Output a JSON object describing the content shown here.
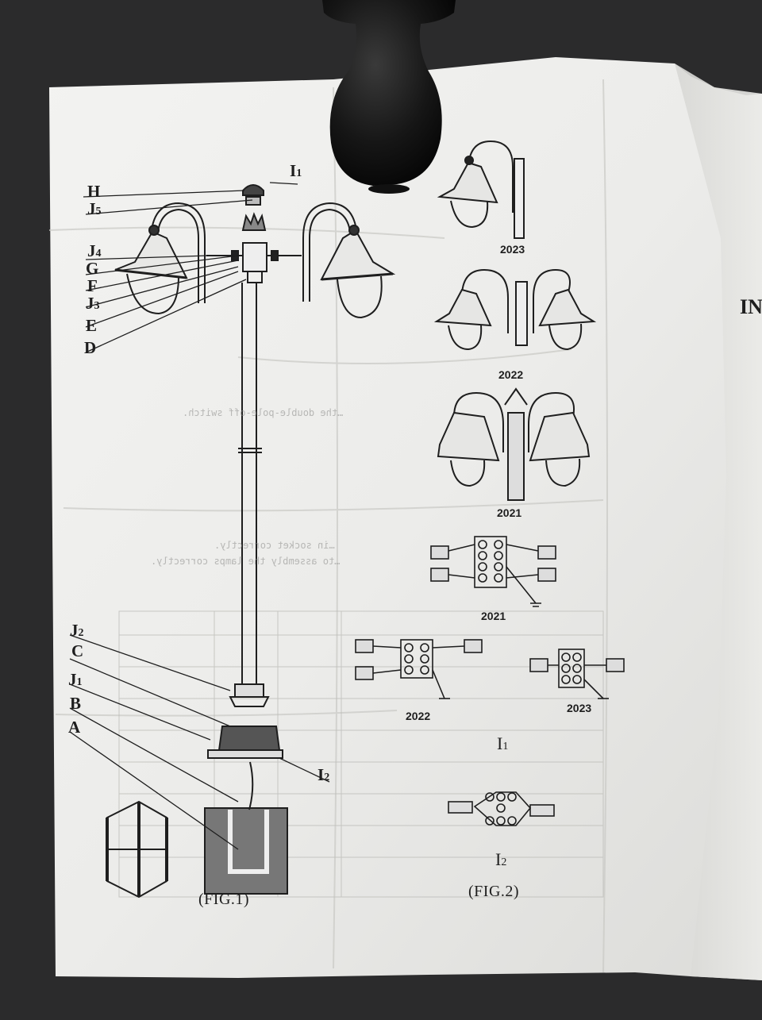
{
  "scene": "Photo of a crumpled assembly instruction sheet for an outdoor lamp post with a black knob resting on top",
  "fig1": {
    "caption": "(FIG.1)",
    "labels": [
      {
        "id": "H",
        "text": "H",
        "sub": ""
      },
      {
        "id": "J5",
        "text": "J",
        "sub": "5"
      },
      {
        "id": "I1",
        "text": "I",
        "sub": "1"
      },
      {
        "id": "J4",
        "text": "J",
        "sub": "4"
      },
      {
        "id": "G",
        "text": "G",
        "sub": ""
      },
      {
        "id": "F",
        "text": "F",
        "sub": ""
      },
      {
        "id": "J3",
        "text": "J",
        "sub": "3"
      },
      {
        "id": "E",
        "text": "E",
        "sub": ""
      },
      {
        "id": "D",
        "text": "D",
        "sub": ""
      },
      {
        "id": "J2",
        "text": "J",
        "sub": "2"
      },
      {
        "id": "C",
        "text": "C",
        "sub": ""
      },
      {
        "id": "J1",
        "text": "J",
        "sub": "1"
      },
      {
        "id": "B",
        "text": "B",
        "sub": ""
      },
      {
        "id": "A",
        "text": "A",
        "sub": ""
      },
      {
        "id": "I2",
        "text": "I",
        "sub": "2"
      }
    ]
  },
  "fig2": {
    "caption": "(FIG.2)",
    "lamp_models": [
      "2023",
      "2022",
      "2021"
    ],
    "wiring_labels": [
      "2021",
      "2022",
      "2023"
    ],
    "group_i1": {
      "text": "I",
      "sub": "1"
    },
    "group_i2": {
      "text": "I",
      "sub": "2"
    }
  },
  "right_page_heading": "IN",
  "bleed_text": [
    "switch.",
    "…the double-pole-off switch.",
    "…in socket correctly.",
    "…to assembly the lamps correctly."
  ],
  "colors": {
    "paper": "#efefec",
    "ink": "#1e1e1e",
    "background": "#2b2b2c",
    "knob": "#151515"
  }
}
